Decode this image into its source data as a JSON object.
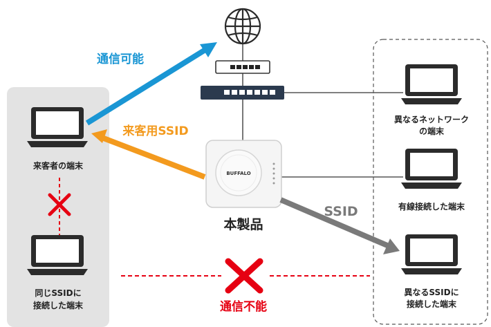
{
  "labels": {
    "comm_ok": "通信可能",
    "guest_ssid": "来客用SSID",
    "ssid": "SSID",
    "product": "本製品",
    "comm_ng": "通信不能",
    "brand": "BUFFALO"
  },
  "terminals": {
    "guest": "来客者の端末",
    "same_ssid_1": "同じSSIDに",
    "same_ssid_2": "接続した端末",
    "diff_network_1": "異なるネットワーク",
    "diff_network_2": "の端末",
    "wired": "有線接続した端末",
    "diff_ssid_1": "異なるSSIDに",
    "diff_ssid_2": "接続した端末"
  },
  "icons": {
    "globe": "globe-icon",
    "router": "router-icon",
    "switch": "switch-icon",
    "laptop": "laptop-icon",
    "cross": "cross-icon"
  },
  "colors": {
    "blue": "#1a96d4",
    "orange": "#f39a1e",
    "gray_arrow": "#7a7a7a",
    "red": "#e60012",
    "panel": "#e3e3e3",
    "dark": "#222222"
  }
}
